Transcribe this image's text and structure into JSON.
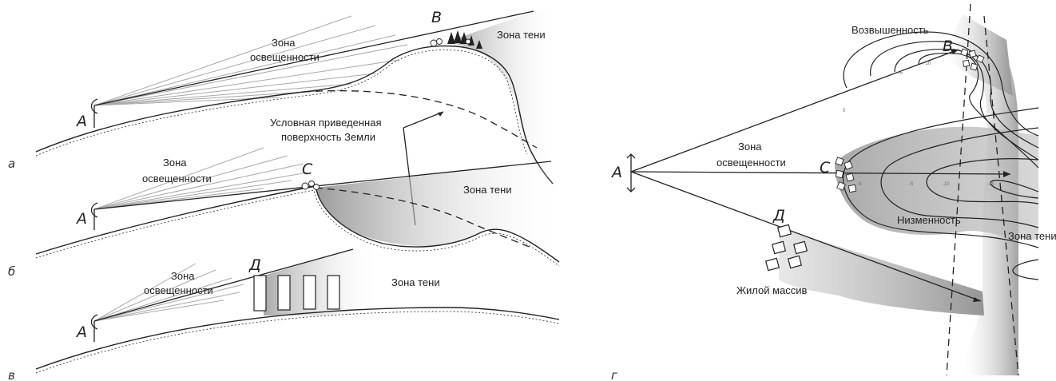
{
  "panels": {
    "a": {
      "panel_label": "а",
      "point_a": "A",
      "point_b": "B",
      "lit_zone": [
        "Зона",
        "освещенности"
      ],
      "shadow_zone": "Зона тени",
      "surface_label": [
        "Условная приведенная",
        "поверхность Земли"
      ]
    },
    "b": {
      "panel_label": "б",
      "point_a": "A",
      "point_c": "C",
      "lit_zone": [
        "Зона",
        "освещенности"
      ],
      "shadow_zone": "Зона тени"
    },
    "v": {
      "panel_label": "в",
      "point_a": "A",
      "point_d": "Д",
      "lit_zone": [
        "Зона",
        "освещенности"
      ],
      "shadow_zone": "Зона тени"
    },
    "g": {
      "panel_label": "г",
      "point_a": "A",
      "point_b": "B",
      "point_c": "C",
      "point_d": "Д",
      "elevation": "Возвышенность",
      "lowland": "Низменность",
      "lit_zone": [
        "Зона",
        "освещенности"
      ],
      "shadow_zone": "Зона тени",
      "residential": "Жилой массив",
      "contour_values": [
        "0",
        "+5",
        "+10",
        "0",
        "-5",
        "-10",
        "-15"
      ]
    }
  }
}
